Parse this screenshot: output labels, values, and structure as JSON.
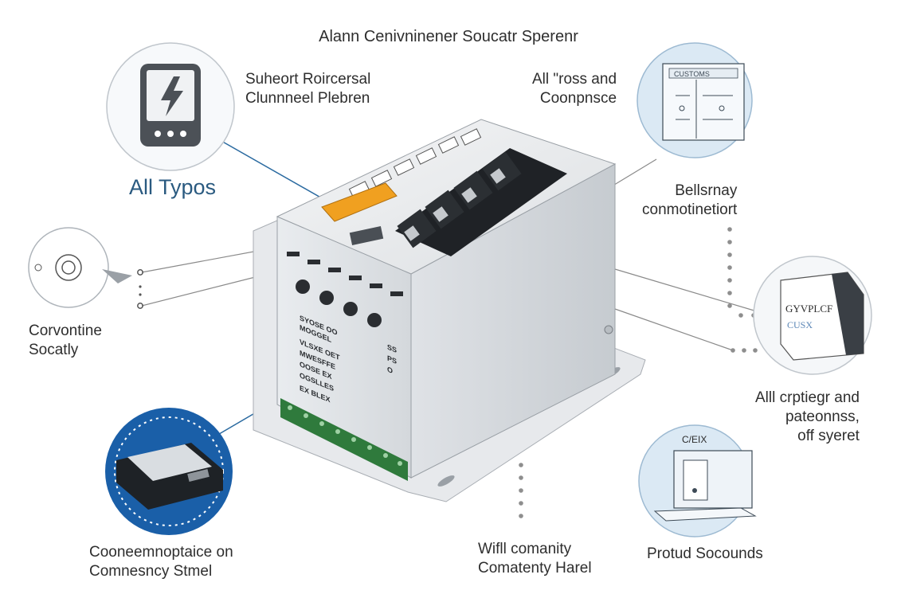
{
  "title": "Alann Cenivninener Soucatr Sperenr",
  "callouts": {
    "top_left": {
      "line1": "Suheort Roircersal",
      "line2": "Clunnneel Plebren"
    },
    "all_types": "All Typos",
    "top_right": {
      "line1": "All \"ross and",
      "line2": "Coonpnsce"
    },
    "mid_right": {
      "line1": "Bellsrnay",
      "line2": "conmotinetiort"
    },
    "left": {
      "line1": "Corvontine",
      "line2": "Socatly"
    },
    "right": {
      "line1": "Alll crptiegr and",
      "line2": "pateonnss,",
      "line3": "off syeret"
    },
    "bottom_left": {
      "line1": "Cooneemnoptaice on",
      "line2": "Comnesncy Stmel"
    },
    "bottom_mid": {
      "line1": "Wifll comanity",
      "line2": "Comatenty Harel"
    },
    "bottom_right": {
      "line1": "Protud Socounds"
    }
  },
  "device": {
    "panel_text": [
      "SYOSE OO",
      "MOGGEL",
      "VLSXE OET",
      "MWESFFE",
      "OOSE EX",
      "OGSLLES",
      "EX BLEX"
    ],
    "side_text": [
      "SS",
      "PS",
      "O"
    ]
  },
  "icons": {
    "tr_label": "CUSTOMS",
    "r_module_line1": "GYVPLCF",
    "r_module_line2": "CUSX",
    "br_label": "C/EIX"
  },
  "colors": {
    "circle_fill": "#dbe9f4",
    "circle_stroke": "#9dbad2",
    "brand_blue": "#1a5fa8",
    "accent_orange": "#f0a020",
    "terminal_green": "#2f7a3c",
    "dot_gray": "#8e8e8e"
  }
}
